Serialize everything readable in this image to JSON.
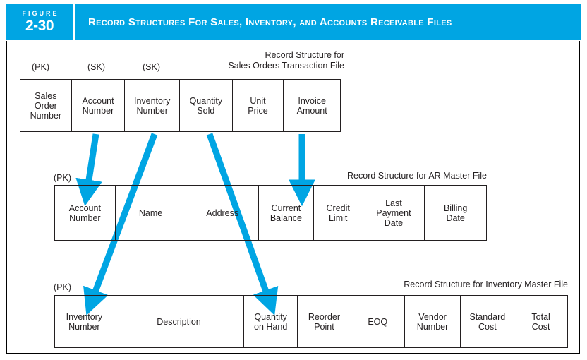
{
  "figure": {
    "label_word": "FIGURE",
    "number": "2-30",
    "title": "Record Structures For Sales, Inventory, and Accounts Receivable Files",
    "header_color": "#00a5e3",
    "arrow_color": "#00a5e3",
    "border_color": "#000000",
    "text_color": "#231f20"
  },
  "tables": [
    {
      "name": "sales-orders-transaction-file",
      "caption": "Record Structure for\nSales Orders Transaction File",
      "key_labels": [
        "(PK)",
        "(SK)",
        "(SK)"
      ],
      "cells": [
        "Sales\nOrder\nNumber",
        "Account\nNumber",
        "Inventory\nNumber",
        "Quantity\nSold",
        "Unit\nPrice",
        "Invoice\nAmount"
      ]
    },
    {
      "name": "ar-master-file",
      "caption": "Record Structure for AR Master File",
      "key_labels": [
        "(PK)"
      ],
      "cells": [
        "Account\nNumber",
        "Name",
        "Address",
        "Current\nBalance",
        "Credit\nLimit",
        "Last\nPayment\nDate",
        "Billing\nDate"
      ]
    },
    {
      "name": "inventory-master-file",
      "caption": "Record Structure for Inventory Master File",
      "key_labels": [
        "(PK)"
      ],
      "cells": [
        "Inventory\nNumber",
        "Description",
        "Quantity\non Hand",
        "Reorder\nPoint",
        "EOQ",
        "Vendor\nNumber",
        "Standard\nCost",
        "Total\nCost"
      ]
    }
  ],
  "arrows": [
    {
      "name": "account-number-to-ar-account-number",
      "from": "Account Number",
      "to": "Account Number (AR Master File)"
    },
    {
      "name": "inventory-number-to-inventory-number",
      "from": "Inventory Number",
      "to": "Inventory Number (Inventory Master File)"
    },
    {
      "name": "quantity-sold-to-quantity-on-hand",
      "from": "Quantity Sold",
      "to": "Quantity on Hand (Inventory Master File)"
    },
    {
      "name": "invoice-amount-to-current-balance",
      "from": "Invoice Amount",
      "to": "Current Balance (AR Master File)"
    }
  ]
}
